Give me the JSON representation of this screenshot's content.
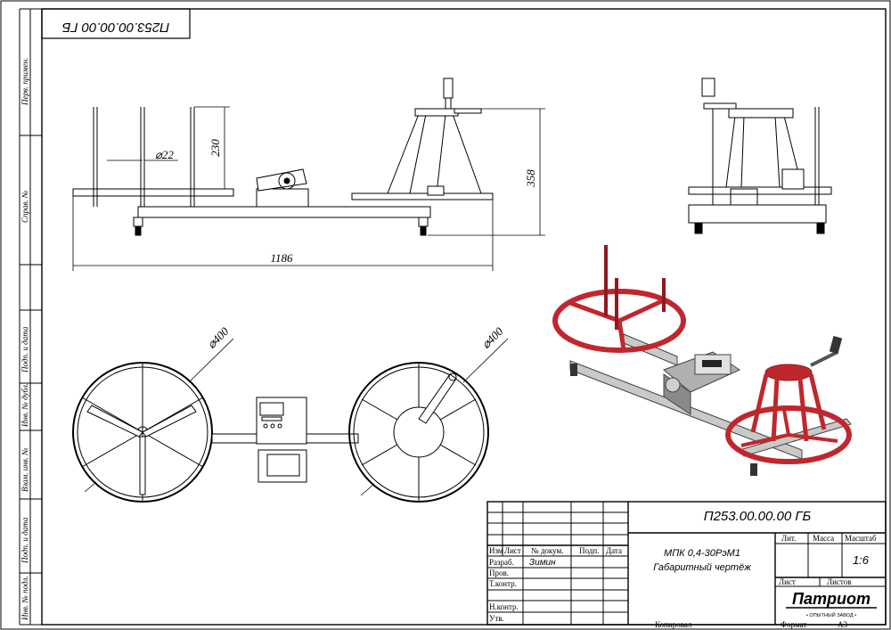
{
  "drawing": {
    "designation": "П253.00.00.00 ГБ",
    "designation_mirrored": "П253.00.00.00 ГБ",
    "product_name": "МПК 0,4-30РэМ1",
    "document_type": "Габаритный чертёж",
    "scale": "1:6",
    "format_label": "Формат",
    "format_value": "А3",
    "copied_label": "Копировал"
  },
  "side_strip": {
    "first_use": "Перв. примен.",
    "reference": "Справ. №",
    "sign_date_1": "Подп. и дата",
    "inv_dup": "Инв. № дубл.",
    "interch_inv": "Взам. инв. №",
    "sign_date_2": "Подп. и дата",
    "inv_orig": "Инв. № подл."
  },
  "title_block": {
    "headers": {
      "change": "Изм",
      "sheet": "Лист",
      "doc_no": "№ докум.",
      "signature": "Подп.",
      "date": "Дата"
    },
    "roles": [
      "Разраб.",
      "Пров.",
      "Т.контр.",
      "",
      "Н.контр.",
      "Утв."
    ],
    "developer_name": "Зимин",
    "lit_label": "Лит.",
    "mass_label": "Масса",
    "scale_label": "Масштаб",
    "sheet_label": "Лист",
    "sheets_label": "Листов",
    "logo_text": "Патриот",
    "logo_sub": "• ОПЫТНЫЙ ЗАВОД •"
  },
  "dimensions": {
    "height_rods": "230",
    "rod_diameter": "⌀22",
    "total_height": "358",
    "total_length": "1186",
    "wheel_diameter_left": "⌀400",
    "wheel_diameter_right": "⌀400"
  },
  "colors": {
    "line": "#000000",
    "frame_red": "#c0272d",
    "frame_red_dark": "#8e1a1f",
    "metal_grey": "#9a9a9a"
  }
}
